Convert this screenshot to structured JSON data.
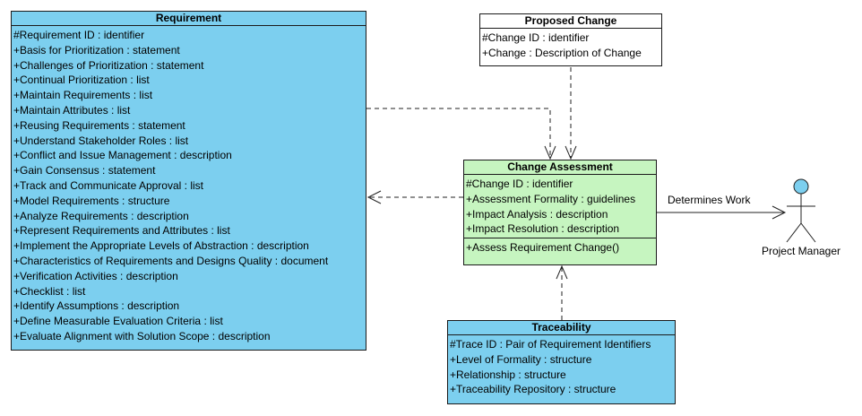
{
  "requirement": {
    "title": "Requirement",
    "attributes": [
      "#Requirement ID : identifier",
      "+Basis for Prioritization : statement",
      "+Challenges of Prioritization : statement",
      "+Continual Prioritization : list",
      "+Maintain Requirements : list",
      "+Maintain Attributes : list",
      "+Reusing Requirements : statement",
      "+Understand Stakeholder Roles : list",
      "+Conflict and Issue Management : description",
      "+Gain Consensus : statement",
      "+Track and Communicate Approval : list",
      "+Model Requirements : structure",
      "+Analyze Requirements : description",
      "+Represent Requirements and Attributes : list",
      "+Implement the Appropriate Levels of Abstraction : description",
      "+Characteristics of Requirements and Designs Quality : document",
      "+Verification Activities : description",
      "+Checklist : list",
      "+Identify Assumptions : description",
      "+Define Measurable Evaluation Criteria : list",
      "+Evaluate Alignment with Solution Scope : description"
    ]
  },
  "proposed_change": {
    "title": "Proposed Change",
    "attributes": [
      "#Change ID : identifier",
      "+Change : Description of Change"
    ]
  },
  "change_assessment": {
    "title": "Change Assessment",
    "attributes": [
      "#Change ID : identifier",
      "+Assessment Formality : guidelines",
      "+Impact Analysis : description",
      "+Impact Resolution : description"
    ],
    "operations": [
      "+Assess Requirement Change()"
    ]
  },
  "traceability": {
    "title": "Traceability",
    "attributes": [
      "#Trace ID : Pair of Requirement Identifiers",
      "+Level of Formality : structure",
      "+Relationship : structure",
      "+Traceability Repository : structure"
    ]
  },
  "actor": {
    "name": "Project Manager"
  },
  "association": {
    "label": "Determines Work"
  },
  "colors": {
    "class_blue": "#7ccfef",
    "class_green": "#c6f5c0",
    "class_white": "#ffffff",
    "actor_head": "#7ccfef"
  }
}
